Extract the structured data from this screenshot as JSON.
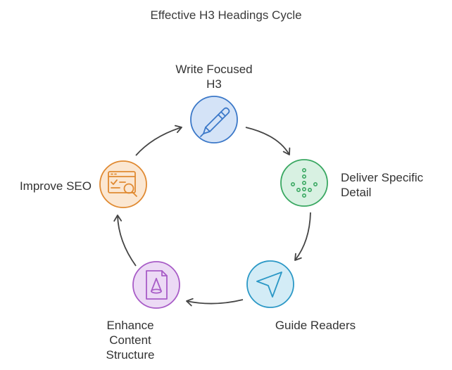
{
  "title": "Effective H3 Headings Cycle",
  "steps": [
    {
      "id": "write",
      "label_lines": [
        "Write Focused",
        "H3"
      ],
      "icon": "pen-icon",
      "fill": "#d4e3f7",
      "stroke": "#3b78c8"
    },
    {
      "id": "deliver",
      "label_lines": [
        "Deliver Specific",
        "Detail"
      ],
      "icon": "dot-arrow-down-icon",
      "fill": "#d8f1e2",
      "stroke": "#3aa862"
    },
    {
      "id": "guide",
      "label_lines": [
        "Guide Readers"
      ],
      "icon": "navigation-arrow-icon",
      "fill": "#d3ecf6",
      "stroke": "#2b98c6"
    },
    {
      "id": "enhance",
      "label_lines": [
        "Enhance",
        "Content",
        "Structure"
      ],
      "icon": "document-cone-icon",
      "fill": "#ecdaf5",
      "stroke": "#a85cc7"
    },
    {
      "id": "seo",
      "label_lines": [
        "Improve SEO"
      ],
      "icon": "browser-search-icon",
      "fill": "#fbe7d2",
      "stroke": "#e08a32"
    }
  ],
  "arrow_color": "#444444"
}
